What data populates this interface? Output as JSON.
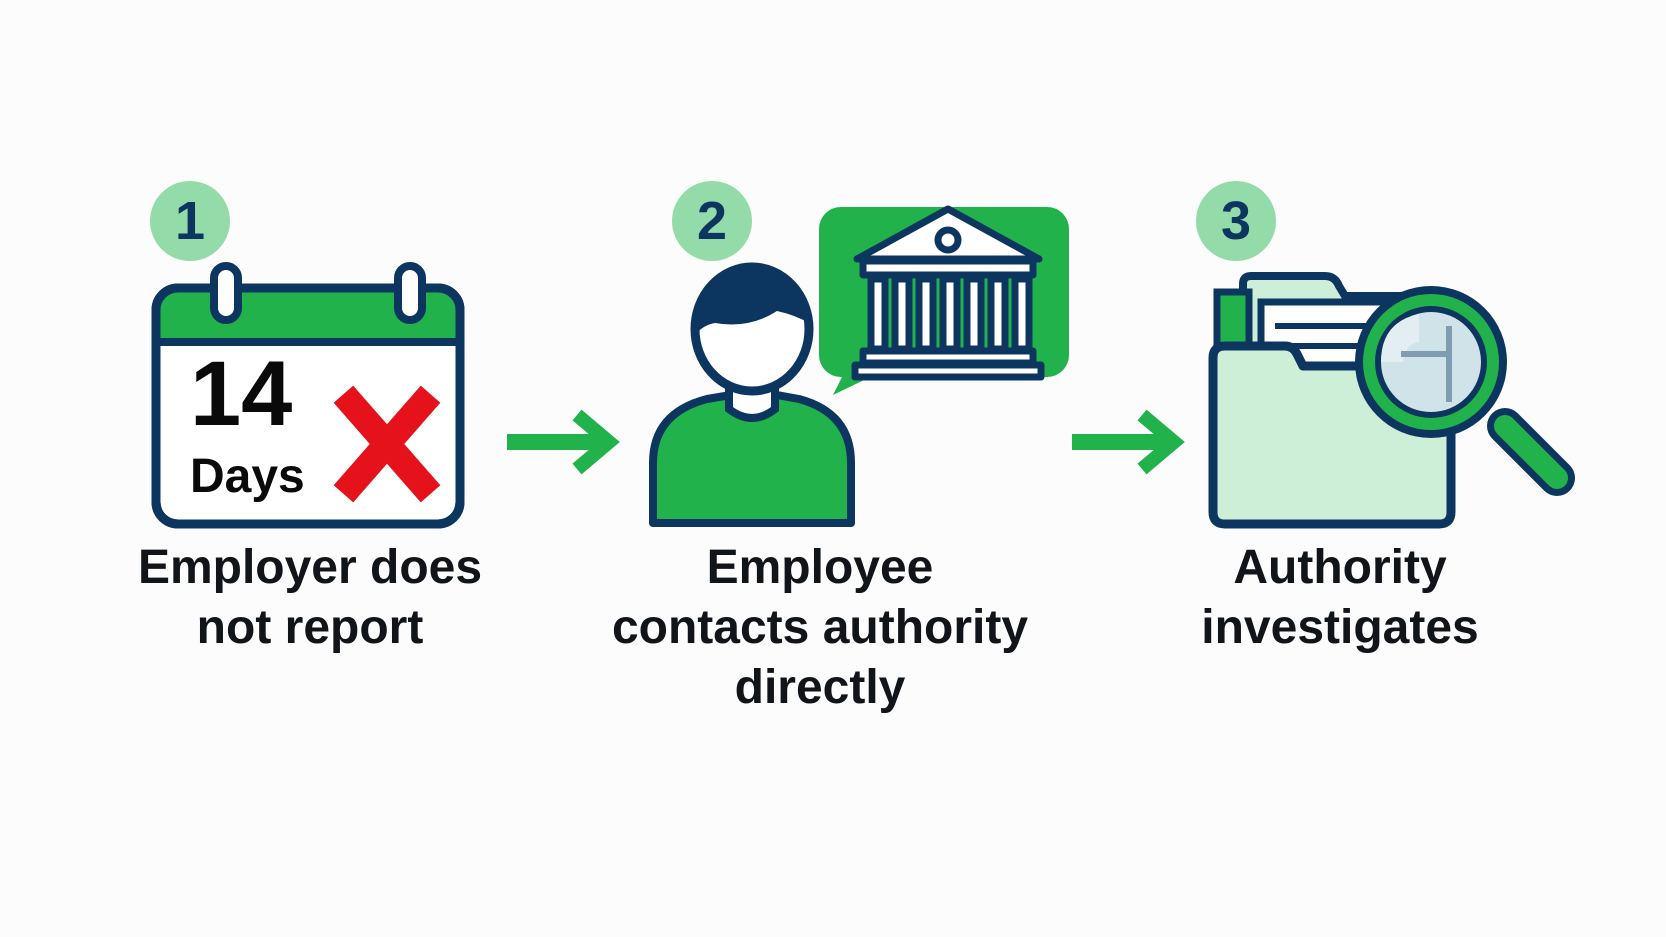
{
  "steps": [
    {
      "number": "1",
      "icon": "calendar-icon",
      "calendar_number": "14",
      "calendar_unit": "Days",
      "caption_lines": [
        "Employer does",
        "not report"
      ]
    },
    {
      "number": "2",
      "icon": "employee-speech-authority-icon",
      "caption_lines": [
        "Employee",
        "contacts authority",
        "directly"
      ]
    },
    {
      "number": "3",
      "icon": "folder-magnifier-icon",
      "caption_lines": [
        "Authority",
        "investigates"
      ]
    }
  ],
  "colors": {
    "navy": "#0c3560",
    "green": "#22b24c",
    "light_green": "#93dba9",
    "pale_green": "#cdeed7",
    "red": "#e5121b",
    "text": "#111418"
  }
}
